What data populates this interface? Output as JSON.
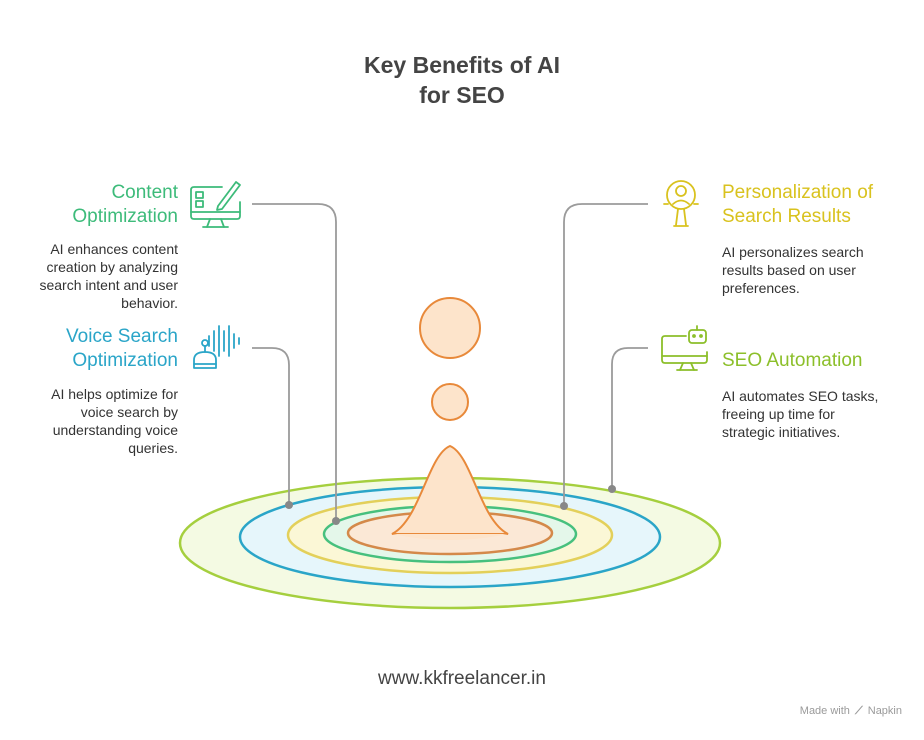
{
  "title": {
    "line1": "Key Benefits of AI",
    "line2": "for SEO"
  },
  "items": [
    {
      "id": "content",
      "heading_l1": "Content",
      "heading_l2": "Optimization",
      "desc_lines": [
        "AI enhances content",
        "creation by analyzing",
        "search intent and user",
        "behavior."
      ],
      "color": "#3dbb7a",
      "icon": "monitor-edit-icon"
    },
    {
      "id": "voice",
      "heading_l1": "Voice Search",
      "heading_l2": "Optimization",
      "desc_lines": [
        "AI helps optimize for",
        "voice search by",
        "understanding voice",
        "queries."
      ],
      "color": "#2aa5c8",
      "icon": "robot-soundwave-icon"
    },
    {
      "id": "personalization",
      "heading_l1": "Personalization of",
      "heading_l2": "Search Results",
      "desc_lines": [
        "AI personalizes search",
        "results based on user",
        "preferences."
      ],
      "color": "#d9c21e",
      "icon": "user-search-icon"
    },
    {
      "id": "automation",
      "heading_l1": "SEO Automation",
      "heading_l2": "",
      "desc_lines": [
        "AI automates SEO tasks,",
        "freeing up time for",
        "strategic initiatives."
      ],
      "color": "#8cbf2a",
      "icon": "monitor-robot-icon"
    }
  ],
  "footer": "www.kkfreelancer.in",
  "badge": {
    "prefix": "Made with",
    "brand": "Napkin"
  },
  "colors": {
    "ring_outer": "#a5cf3e",
    "ring_blue": "#2aa5c8",
    "ring_yellow": "#e3d05a",
    "ring_green": "#47c07e",
    "ring_inner": "#d4894a",
    "drop": "#e8893a"
  }
}
